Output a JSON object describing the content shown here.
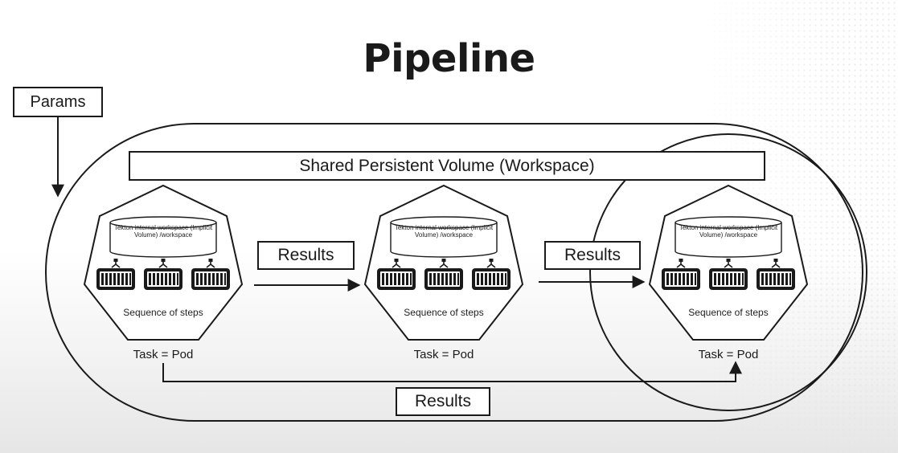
{
  "title": "Pipeline",
  "params_label": "Params",
  "shared_volume_label": "Shared Persistent Volume (Workspace)",
  "results_labels": [
    "Results",
    "Results",
    "Results"
  ],
  "tasks": [
    {
      "workspace_text": "Tekton internal workspace (Implicit Volume) /workspace",
      "steps_label": "Sequence of steps",
      "task_label": "Task = Pod",
      "step_icons": [
        "container-icon",
        "container-icon",
        "container-icon"
      ]
    },
    {
      "workspace_text": "Tekton internal workspace (Implicit Volume) /workspace",
      "steps_label": "Sequence of steps",
      "task_label": "Task = Pod",
      "step_icons": [
        "container-icon",
        "container-icon",
        "container-icon"
      ]
    },
    {
      "workspace_text": "Tekton internal workspace (Implicit Volume) /workspace",
      "steps_label": "Sequence of steps",
      "task_label": "Task = Pod",
      "step_icons": [
        "container-icon",
        "container-icon",
        "container-icon"
      ]
    }
  ],
  "colors": {
    "stroke": "#1a1a1a",
    "background": "#ffffff"
  }
}
